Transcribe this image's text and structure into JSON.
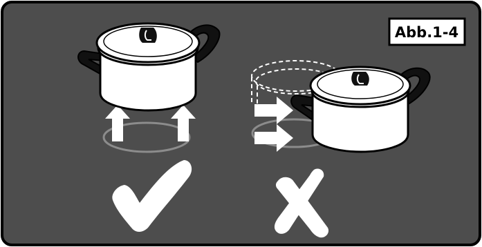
{
  "figure": {
    "label": "Abb.1-4"
  },
  "panels": [
    {
      "verdict": "correct",
      "verdict_icon": "checkmark-icon"
    },
    {
      "verdict": "incorrect",
      "verdict_icon": "cross-icon"
    }
  ],
  "colors": {
    "panel_background": "#4d4d4d",
    "frame": "#000000",
    "marks": "#ffffff",
    "ring": "#8c8c8c",
    "pot_fill": "#ffffff",
    "outline": "#000000"
  }
}
